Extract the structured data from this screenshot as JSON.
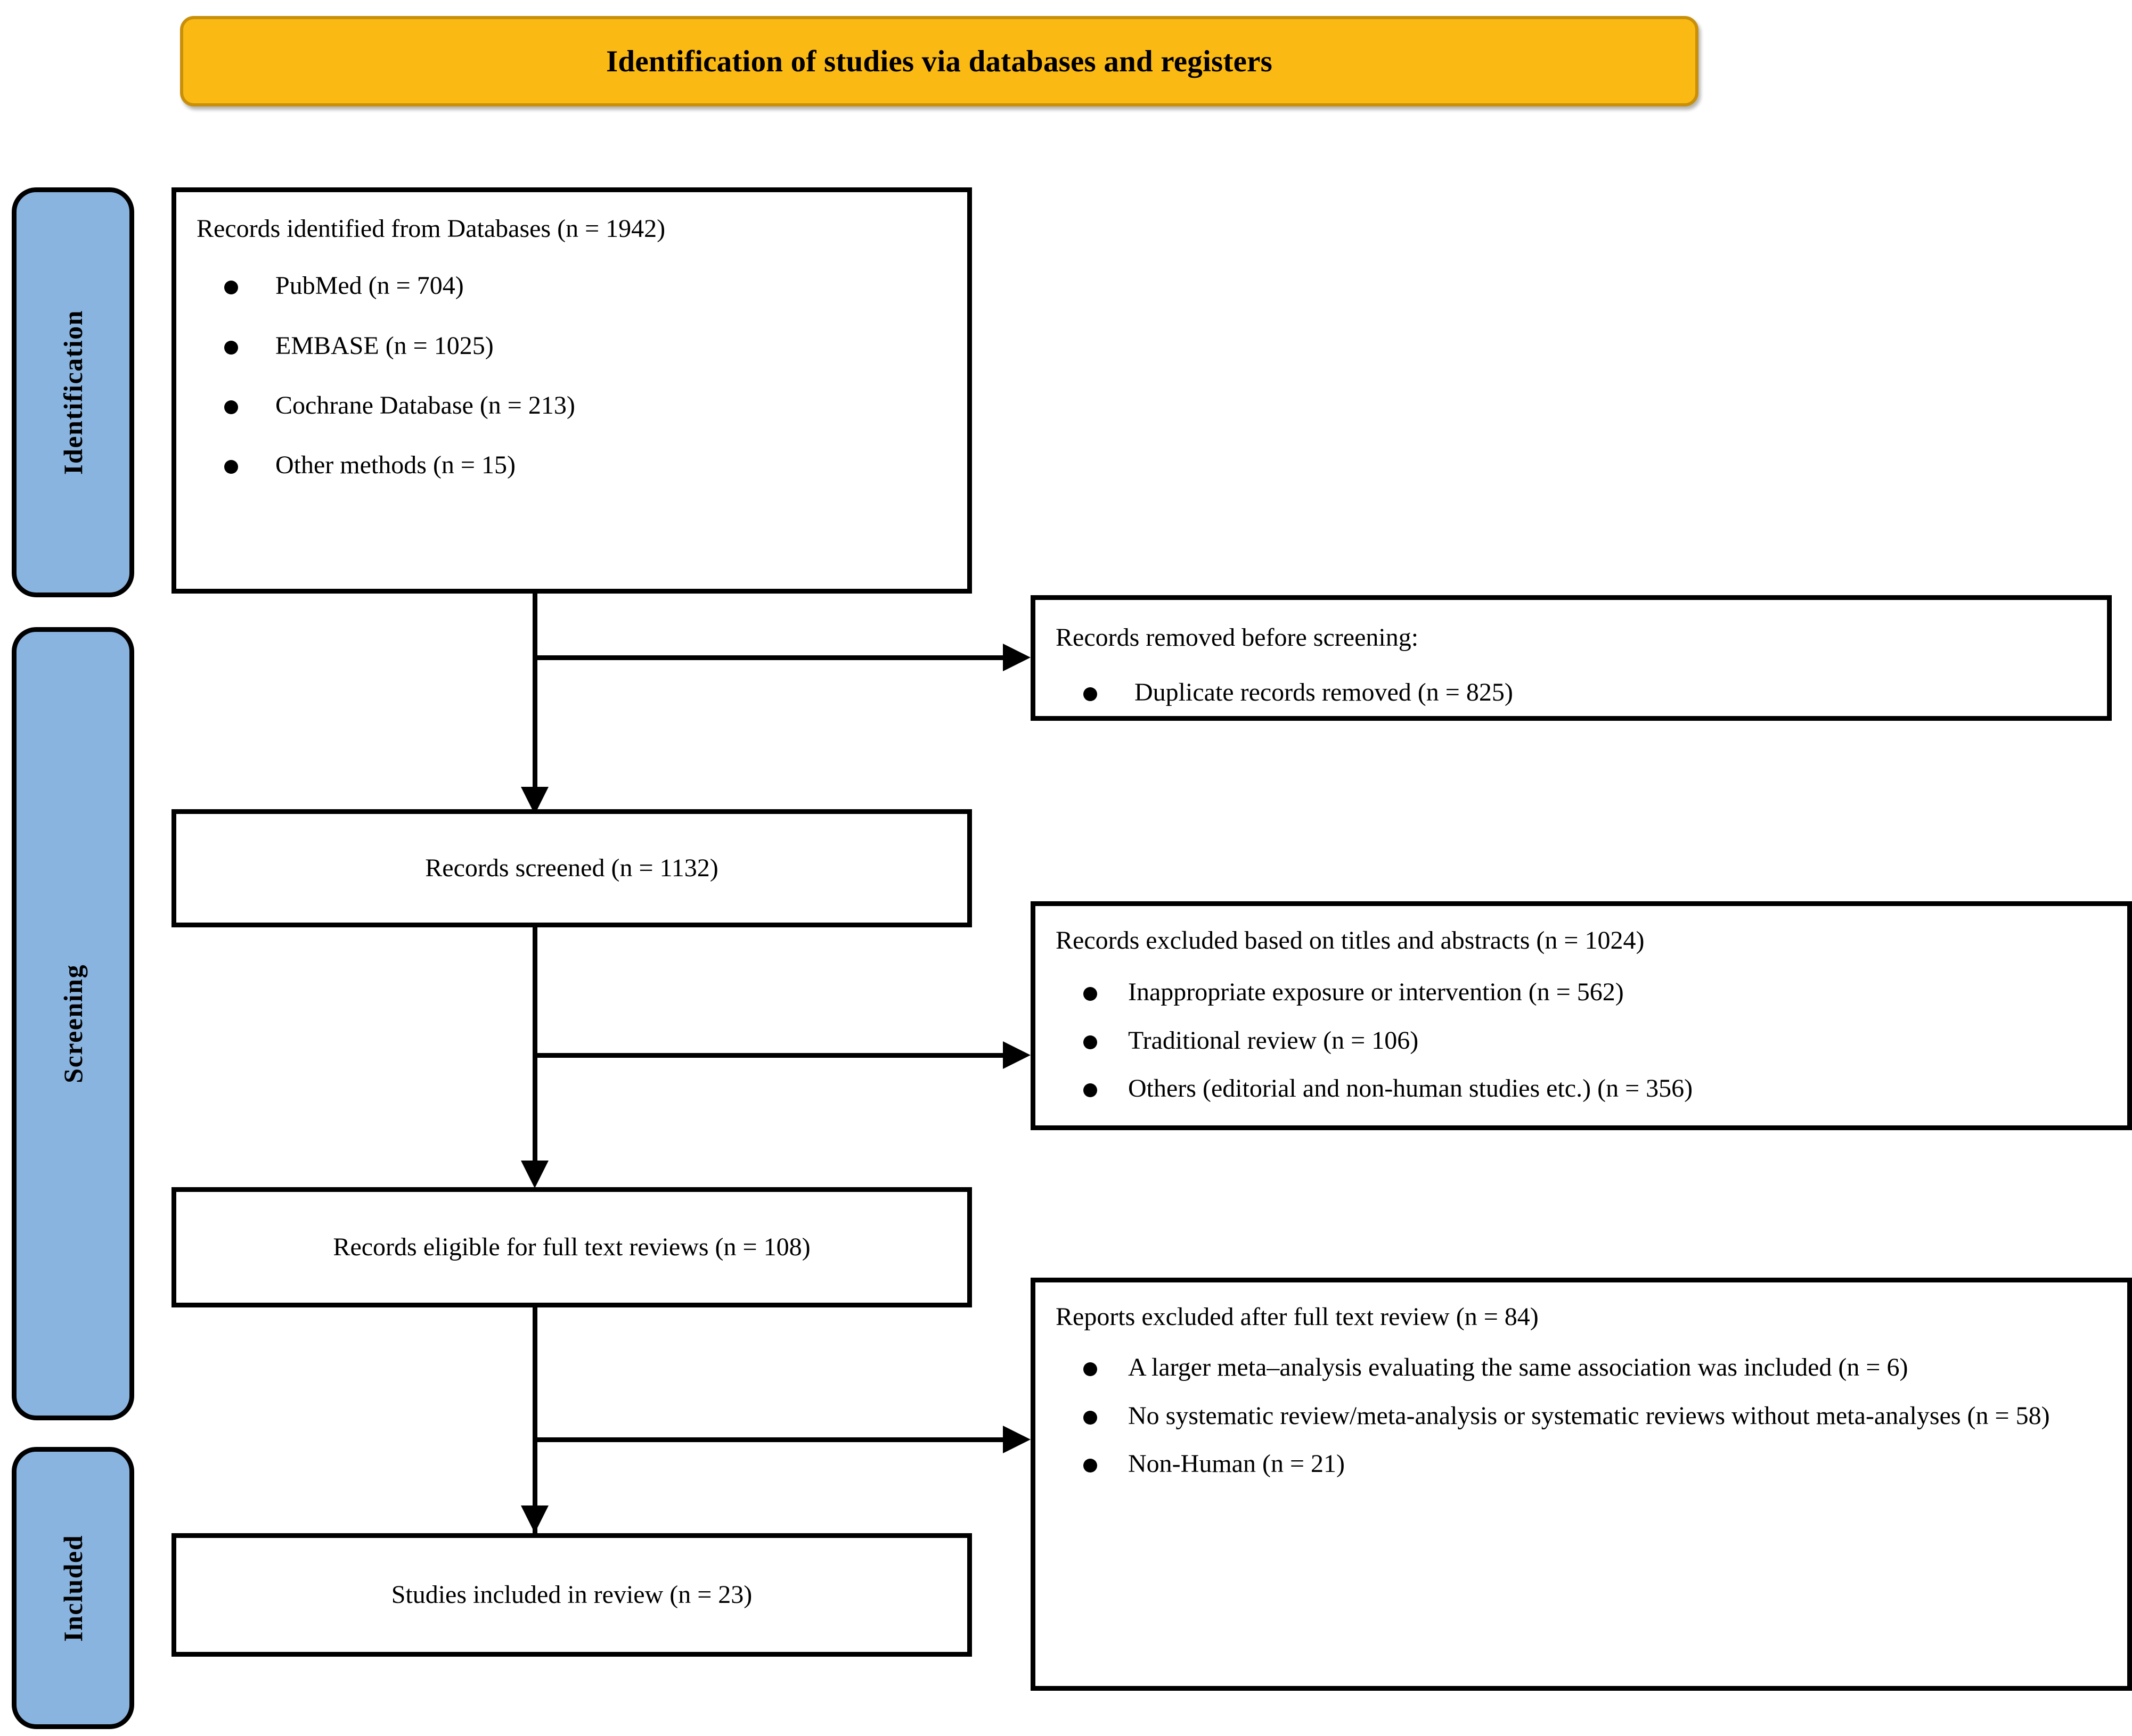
{
  "header": {
    "title": "Identification of studies via databases and registers",
    "background_color": "#FBB913",
    "border_color": "#C8900A"
  },
  "stages": {
    "pill_color": "#8AB4E0",
    "identification": "Identification",
    "screening": "Screening",
    "included": "Included"
  },
  "boxes": {
    "identified": {
      "title": "Records identified from Databases (n = 1942)",
      "bullets": [
        "PubMed (n = 704)",
        "EMBASE (n = 1025)",
        "Cochrane Database (n = 213)",
        "Other methods (n = 15)"
      ]
    },
    "removed": {
      "title": "Records removed before screening:",
      "bullets": [
        "Duplicate records removed (n = 825)"
      ]
    },
    "screened": {
      "title": "Records screened (n = 1132)"
    },
    "excluded_titles": {
      "title": "Records excluded based on titles and abstracts (n = 1024)",
      "bullets": [
        "Inappropriate exposure or intervention (n = 562)",
        "Traditional review (n = 106)",
        "Others (editorial and non-human studies etc.) (n = 356)"
      ]
    },
    "eligible": {
      "title": "Records eligible for full text reviews (n = 108)"
    },
    "excluded_fulltext": {
      "title": "Reports excluded after full text review (n = 84)",
      "bullets": [
        "A larger meta–analysis evaluating the same association was included (n = 6)",
        "No systematic review/meta-analysis or systematic reviews without meta-analyses (n = 58)",
        "Non-Human (n = 21)"
      ]
    },
    "included": {
      "title": "Studies included in review (n = 23)"
    }
  },
  "chart_data": {
    "type": "diagram",
    "title": "Identification of studies via databases and registers",
    "nodes": [
      {
        "id": "identified",
        "stage": "Identification",
        "label": "Records identified from Databases",
        "n": 1942,
        "children": [
          {
            "label": "PubMed",
            "n": 704
          },
          {
            "label": "EMBASE",
            "n": 1025
          },
          {
            "label": "Cochrane Database",
            "n": 213
          },
          {
            "label": "Other methods",
            "n": 15
          }
        ]
      },
      {
        "id": "removed",
        "stage": "Identification",
        "label": "Records removed before screening",
        "n": null,
        "children": [
          {
            "label": "Duplicate records removed",
            "n": 825
          }
        ]
      },
      {
        "id": "screened",
        "stage": "Screening",
        "label": "Records screened",
        "n": 1132
      },
      {
        "id": "excluded_titles",
        "stage": "Screening",
        "label": "Records excluded based on titles and abstracts",
        "n": 1024,
        "children": [
          {
            "label": "Inappropriate exposure or intervention",
            "n": 562
          },
          {
            "label": "Traditional review",
            "n": 106
          },
          {
            "label": "Others (editorial and non-human studies etc.)",
            "n": 356
          }
        ]
      },
      {
        "id": "eligible",
        "stage": "Screening",
        "label": "Records eligible for full text reviews",
        "n": 108
      },
      {
        "id": "excluded_fulltext",
        "stage": "Screening",
        "label": "Reports excluded after full text review",
        "n": 84,
        "children": [
          {
            "label": "A larger meta–analysis evaluating the same association was included",
            "n": 6
          },
          {
            "label": "No systematic review/meta-analysis or systematic reviews without meta-analyses",
            "n": 58
          },
          {
            "label": "Non-Human",
            "n": 21
          }
        ]
      },
      {
        "id": "included",
        "stage": "Included",
        "label": "Studies included in review",
        "n": 23
      }
    ],
    "edges": [
      {
        "from": "identified",
        "to": "screened"
      },
      {
        "from": "identified",
        "to": "removed"
      },
      {
        "from": "screened",
        "to": "eligible"
      },
      {
        "from": "screened",
        "to": "excluded_titles"
      },
      {
        "from": "eligible",
        "to": "included"
      },
      {
        "from": "eligible",
        "to": "excluded_fulltext"
      }
    ]
  }
}
